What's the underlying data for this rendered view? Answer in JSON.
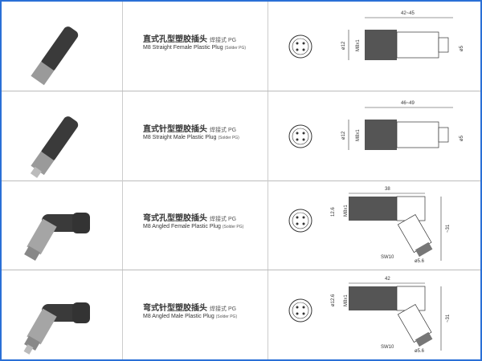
{
  "rows": [
    {
      "zh": "直式孔型塑胶插头",
      "zh_note": "焊接式 PG",
      "en": "M8 Straight Female Plastic Plug",
      "en_note": "(Solder PG)",
      "dims": {
        "length": "42~45",
        "thread": "M8x1",
        "dia": "ø12",
        "cable": "ø5"
      }
    },
    {
      "zh": "直式针型塑胶插头",
      "zh_note": "焊接式 PG",
      "en": "M8 Straight Male Plastic Plug",
      "en_note": "(Solder PG)",
      "dims": {
        "length": "46~49",
        "thread": "M8x1",
        "dia": "ø12",
        "cable": "ø5"
      }
    },
    {
      "zh": "弯式孔型塑胶插头",
      "zh_note": "焊接式 PG",
      "en": "M8 Angled Female Plastic Plug",
      "en_note": "(Solder PG)",
      "dims": {
        "length": "38",
        "thread": "M8x1",
        "dia": "12.6",
        "height": "~31",
        "wrench": "SW10",
        "cable": "ø5.6"
      }
    },
    {
      "zh": "弯式针型塑胶插头",
      "zh_note": "焊接式 PG",
      "en": "M8 Angled Male Plastic Plug",
      "en_note": "(Solder PG)",
      "dims": {
        "length": "42",
        "thread": "M8x1",
        "dia": "ø12.6",
        "height": "~31",
        "wrench": "SW10",
        "cable": "ø5.6"
      }
    }
  ]
}
